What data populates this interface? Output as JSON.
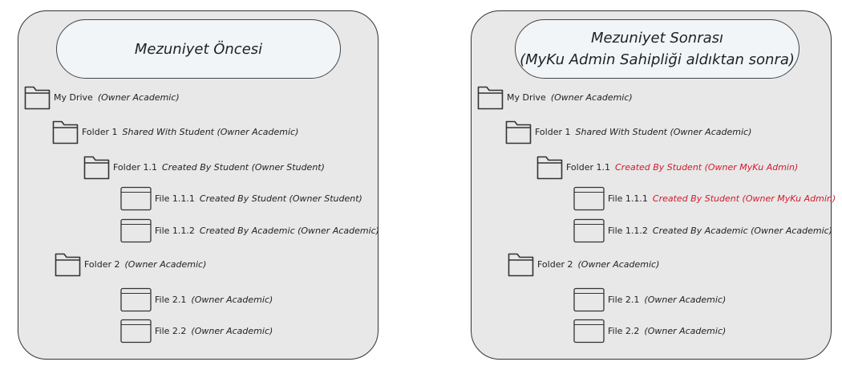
{
  "colors": {
    "panel_background": "#e8e8e8",
    "title_background": "#f1f5f8",
    "outline": "#333333",
    "highlight_text": "#d11a2a"
  },
  "left_panel": {
    "title": "Mezuniyet Öncesi",
    "nodes": [
      {
        "type": "folder",
        "name": "My Drive",
        "desc": "(Owner Academic)"
      },
      {
        "type": "folder",
        "name": "Folder 1",
        "desc": "Shared With Student  (Owner Academic)"
      },
      {
        "type": "folder",
        "name": "Folder 1.1",
        "desc": "Created By Student (Owner Student)"
      },
      {
        "type": "file",
        "name": "File 1.1.1",
        "desc": "Created By Student (Owner Student)"
      },
      {
        "type": "file",
        "name": "File 1.1.2",
        "desc": "Created By Academic (Owner Academic)"
      },
      {
        "type": "folder",
        "name": "Folder 2",
        "desc": "(Owner Academic)"
      },
      {
        "type": "file",
        "name": "File 2.1",
        "desc": "(Owner Academic)"
      },
      {
        "type": "file",
        "name": "File 2.2",
        "desc": "(Owner Academic)"
      }
    ]
  },
  "right_panel": {
    "title_line1": "Mezuniyet Sonrası",
    "title_line2": "(MyKu Admin Sahipliği aldıktan sonra)",
    "nodes": [
      {
        "type": "folder",
        "name": "My Drive",
        "desc": "(Owner Academic)"
      },
      {
        "type": "folder",
        "name": "Folder 1",
        "desc": "Shared With Student  (Owner Academic)"
      },
      {
        "type": "folder",
        "name": "Folder 1.1",
        "desc": "Created By Student (Owner MyKu Admin)",
        "highlight": true
      },
      {
        "type": "file",
        "name": "File 1.1.1",
        "desc": "Created By Student (Owner MyKu Admin)",
        "highlight": true
      },
      {
        "type": "file",
        "name": "File 1.1.2",
        "desc": "Created By Academic (Owner Academic)"
      },
      {
        "type": "folder",
        "name": "Folder 2",
        "desc": "(Owner Academic)"
      },
      {
        "type": "file",
        "name": "File 2.1",
        "desc": "(Owner Academic)"
      },
      {
        "type": "file",
        "name": "File 2.2",
        "desc": "(Owner Academic)"
      }
    ]
  }
}
